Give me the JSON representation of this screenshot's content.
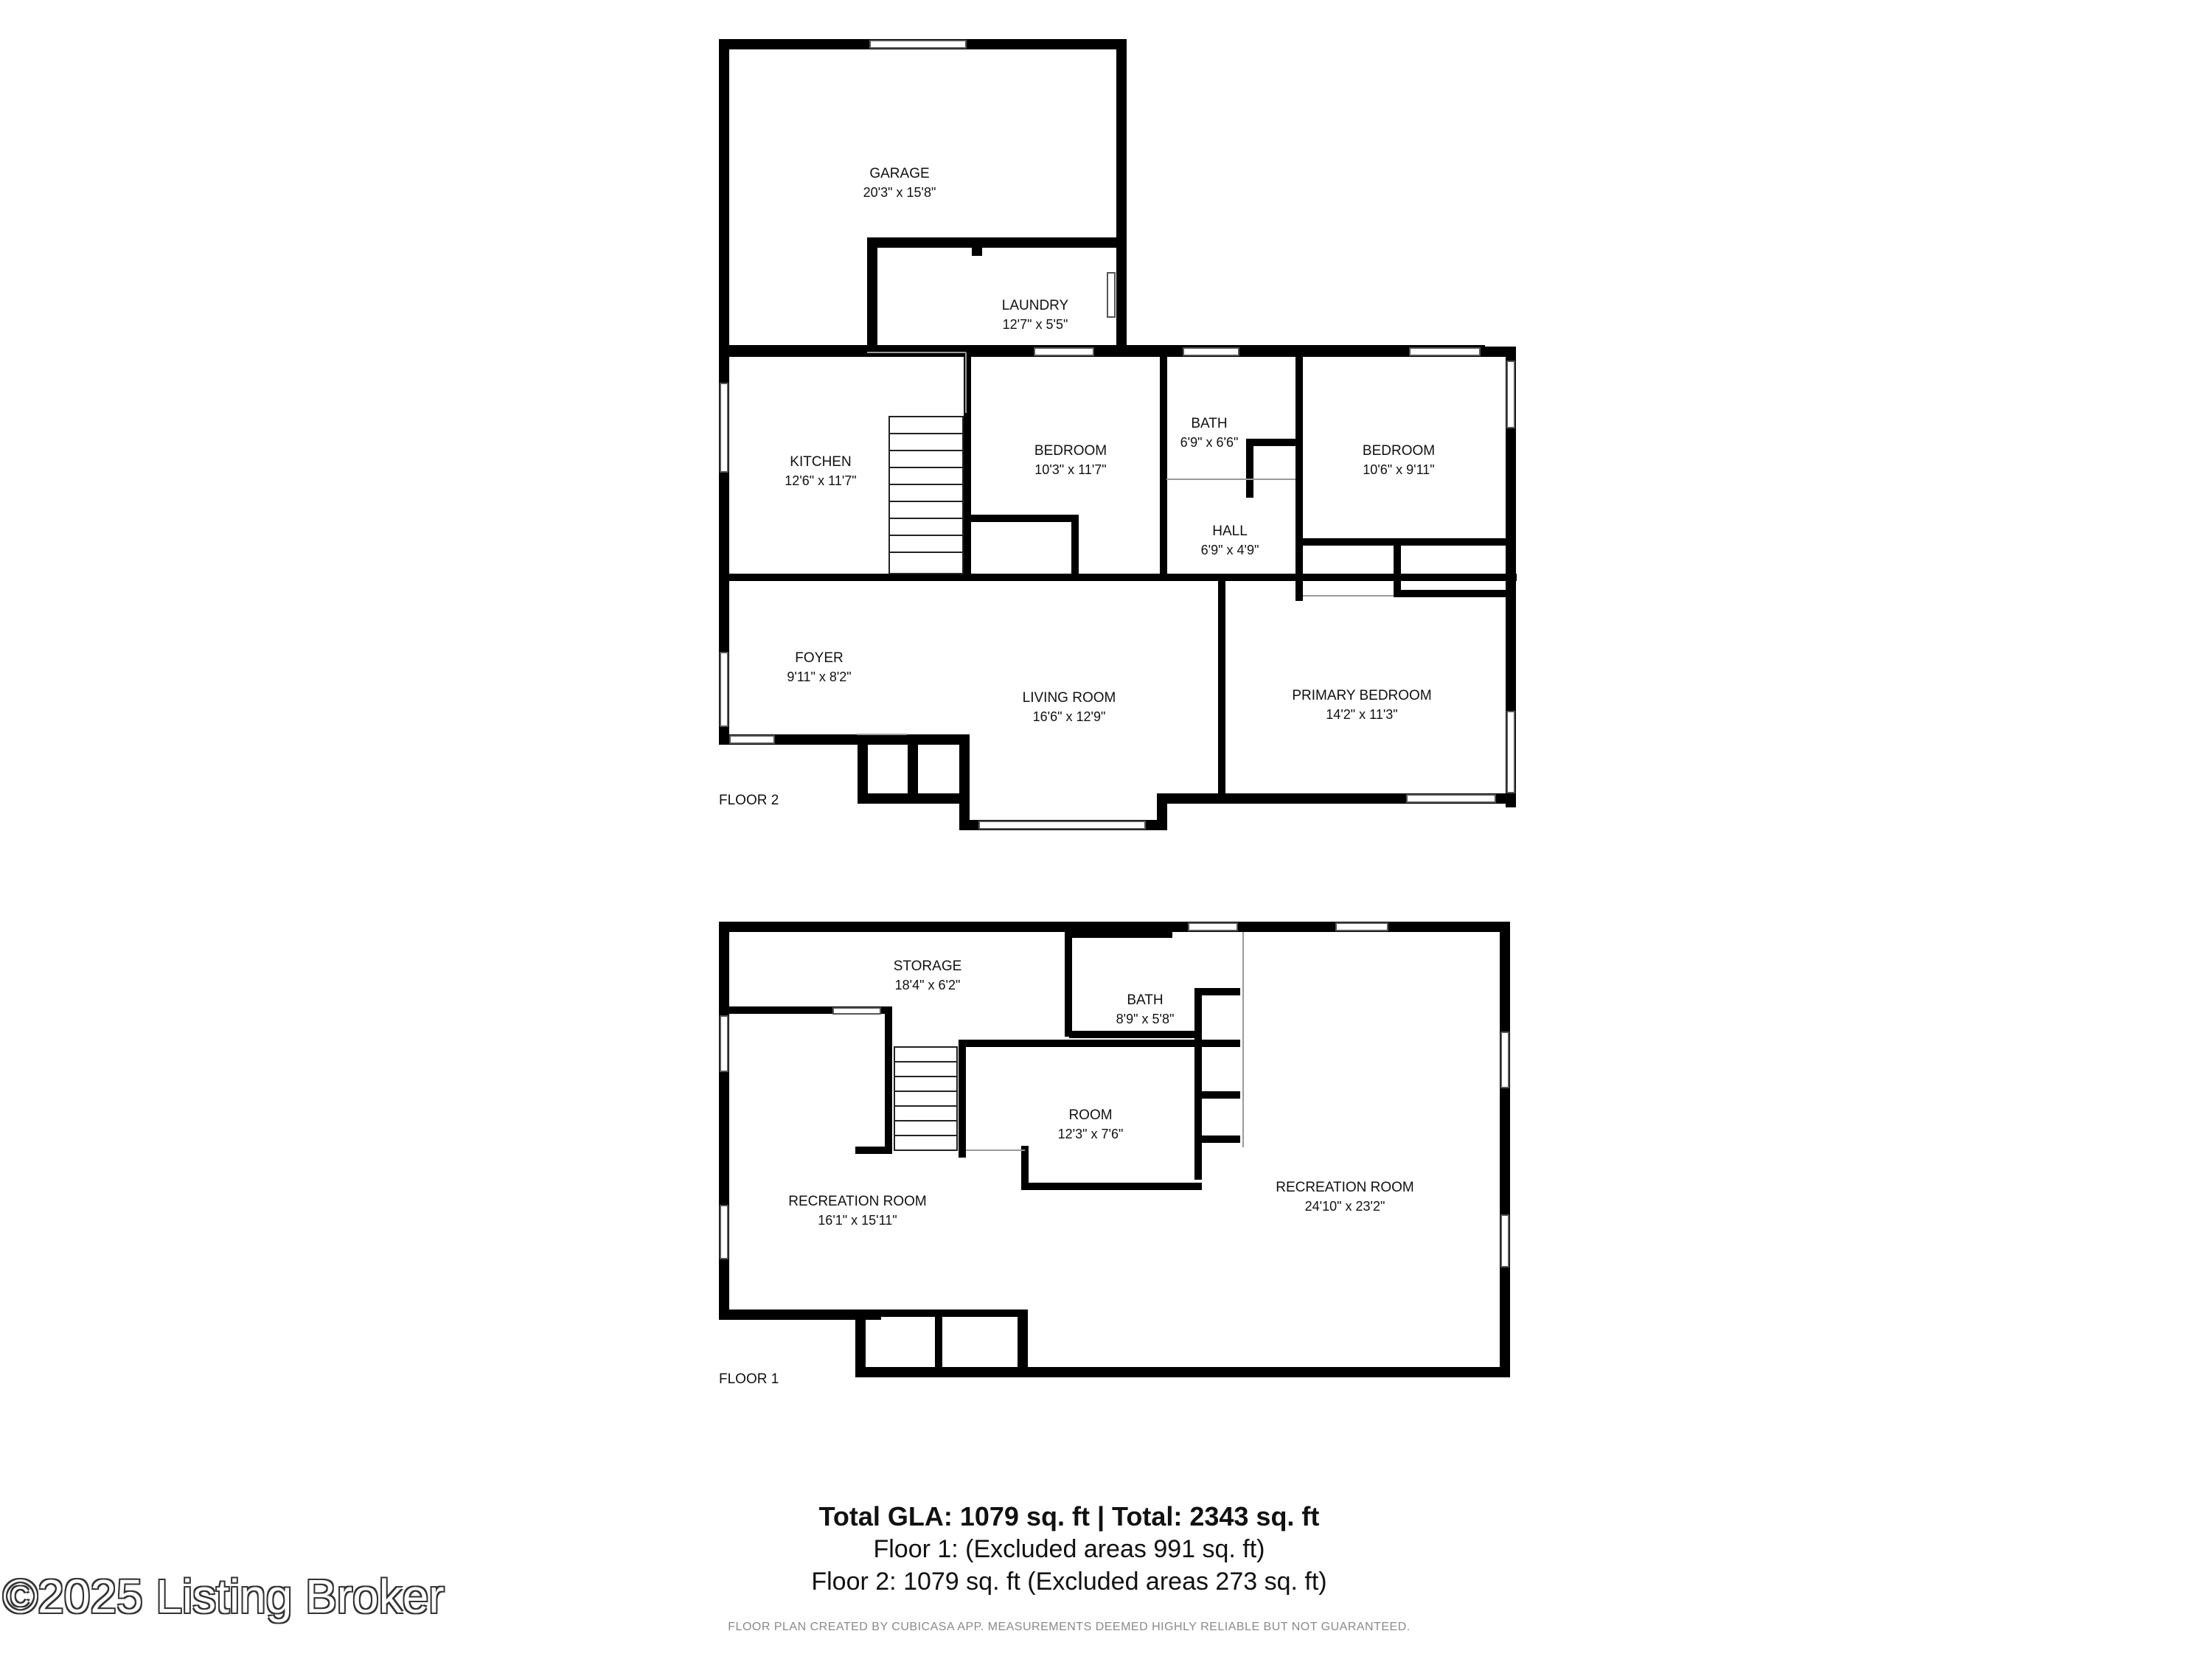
{
  "floors": [
    {
      "label": "FLOOR 2",
      "rooms": [
        {
          "id": "garage",
          "name": "GARAGE",
          "dims": "20'3\" x 15'8\""
        },
        {
          "id": "laundry",
          "name": "LAUNDRY",
          "dims": "12'7\" x 5'5\""
        },
        {
          "id": "kitchen",
          "name": "KITCHEN",
          "dims": "12'6\" x 11'7\""
        },
        {
          "id": "bedroom-a",
          "name": "BEDROOM",
          "dims": "10'3\" x 11'7\""
        },
        {
          "id": "bath-upper",
          "name": "BATH",
          "dims": "6'9\" x 6'6\""
        },
        {
          "id": "bedroom-b",
          "name": "BEDROOM",
          "dims": "10'6\" x 9'11\""
        },
        {
          "id": "hall",
          "name": "HALL",
          "dims": "6'9\" x 4'9\""
        },
        {
          "id": "foyer",
          "name": "FOYER",
          "dims": "9'11\" x 8'2\""
        },
        {
          "id": "living-room",
          "name": "LIVING ROOM",
          "dims": "16'6\" x 12'9\""
        },
        {
          "id": "primary-bedroom",
          "name": "PRIMARY BEDROOM",
          "dims": "14'2\" x 11'3\""
        }
      ]
    },
    {
      "label": "FLOOR 1",
      "rooms": [
        {
          "id": "storage",
          "name": "STORAGE",
          "dims": "18'4\" x 6'2\""
        },
        {
          "id": "bath-lower",
          "name": "BATH",
          "dims": "8'9\" x 5'8\""
        },
        {
          "id": "room",
          "name": "ROOM",
          "dims": "12'3\" x 7'6\""
        },
        {
          "id": "rec-room-a",
          "name": "RECREATION ROOM",
          "dims": "16'1\" x 15'11\""
        },
        {
          "id": "rec-room-b",
          "name": "RECREATION ROOM",
          "dims": "24'10\" x 23'2\""
        }
      ]
    }
  ],
  "summary": {
    "totals": "Total GLA: 1079 sq. ft | Total: 2343 sq. ft",
    "floor1": "Floor 1: (Excluded areas 991 sq. ft)",
    "floor2": "Floor 2: 1079 sq. ft (Excluded areas 273 sq. ft)"
  },
  "disclaimer": "FLOOR PLAN CREATED BY CUBICASA APP. MEASUREMENTS DEEMED HIGHLY RELIABLE BUT NOT GUARANTEED.",
  "watermark": "©2025 Listing Broker",
  "colors": {
    "wall": "#000000",
    "background": "#ffffff",
    "disclaimer": "#8a8a8a"
  }
}
